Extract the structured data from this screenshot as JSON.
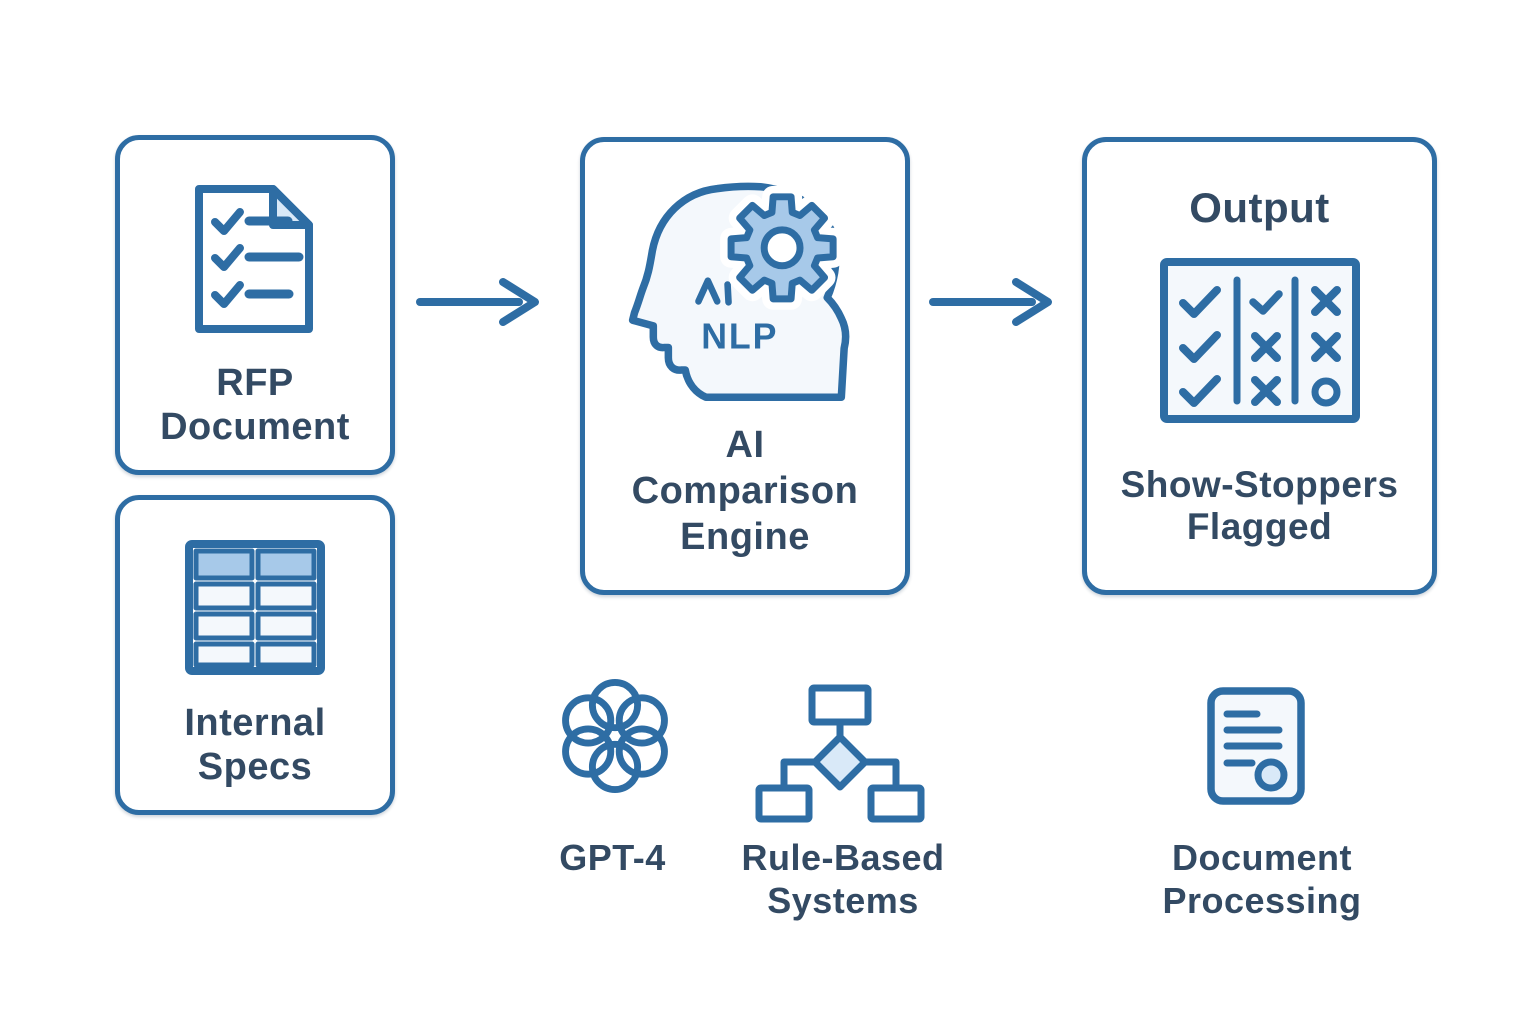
{
  "colors": {
    "background": "#ffffff",
    "stroke_blue": "#2e6da4",
    "fill_light_blue": "#a7c9e9",
    "fill_pale_blue": "#d9e9f8",
    "icon_background": "#f4f8fc",
    "text_navy": "#334a63"
  },
  "nodes": {
    "rfp_document": {
      "icon": "checklist-document-icon",
      "lines": [
        "RFP",
        "Document"
      ]
    },
    "internal_specs": {
      "icon": "table-icon",
      "lines": [
        "Internal",
        "Specs"
      ]
    },
    "ai_engine": {
      "icon": "head-gear-icon",
      "icon_text": "NLP",
      "lines": [
        "AI",
        "Comparison",
        "Engine"
      ]
    },
    "output": {
      "title": "Output",
      "icon": "checklist-grid-icon",
      "lines": [
        "Show-Stoppers",
        "Flagged"
      ]
    }
  },
  "technologies": [
    {
      "icon": "openai-logo-icon",
      "lines": [
        "GPT-4"
      ]
    },
    {
      "icon": "flowchart-icon",
      "lines": [
        "Rule-Based",
        "Systems"
      ]
    },
    {
      "icon": "document-lines-icon",
      "lines": [
        "Document",
        "Processing"
      ]
    }
  ]
}
